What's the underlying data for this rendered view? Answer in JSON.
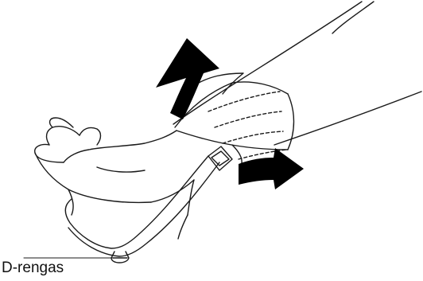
{
  "labels": {
    "d_ring": "D-rengas"
  },
  "icons": {
    "upward_arrow": "arrow-up-curved",
    "rightward_arrow": "arrow-right-curved"
  },
  "colors": {
    "line": "#1a1a1a",
    "arrow_fill": "#000000",
    "background": "#ffffff"
  }
}
